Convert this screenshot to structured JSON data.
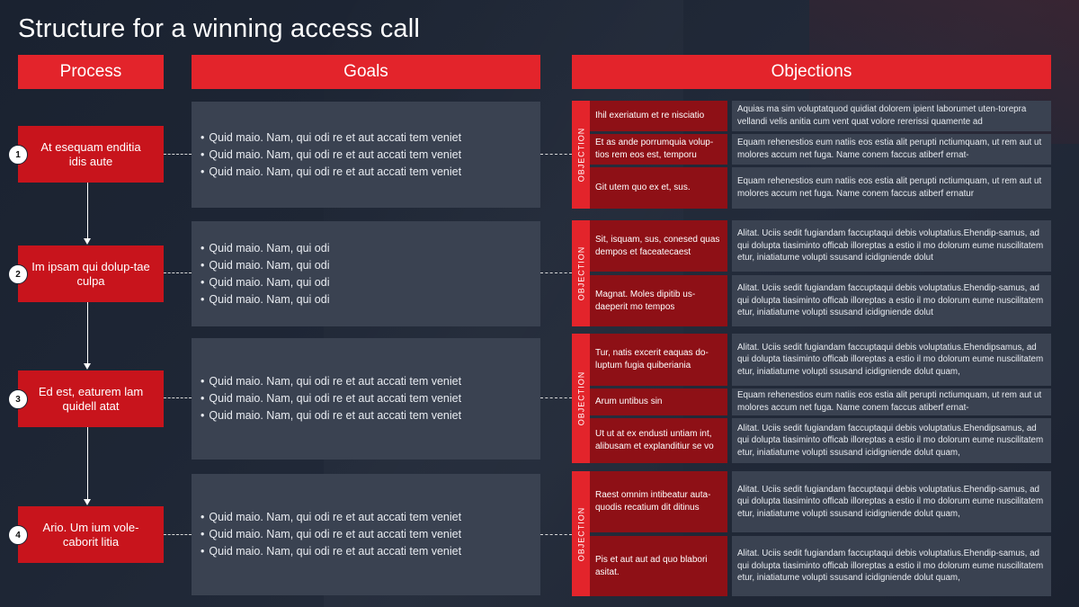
{
  "title": "Structure for a winning access call",
  "headers": {
    "process": "Process",
    "goals": "Goals",
    "objections": "Objections"
  },
  "objection_tag": "OBJECTION",
  "steps": [
    {
      "number": "1",
      "label": "At esequam enditia idis aute"
    },
    {
      "number": "2",
      "label": "Im ipsam qui dolup-tae culpa"
    },
    {
      "number": "3",
      "label": "Ed est, eaturem lam quidell atat"
    },
    {
      "number": "4",
      "label": "Ario. Um ium vole-caborit litia"
    }
  ],
  "goals": [
    [
      "Quid maio. Nam, qui odi re et aut accati tem veniet",
      "Quid maio. Nam, qui odi re et aut accati tem veniet",
      "Quid maio. Nam, qui odi re et aut accati tem veniet"
    ],
    [
      "Quid maio. Nam, qui odi",
      "Quid maio. Nam, qui odi",
      "Quid maio. Nam, qui odi",
      "Quid maio. Nam, qui odi"
    ],
    [
      "Quid maio. Nam, qui odi re et aut accati tem veniet",
      "Quid maio. Nam, qui odi re et aut accati tem veniet",
      "Quid maio. Nam, qui odi re et aut accati tem veniet"
    ],
    [
      "Quid maio. Nam, qui odi re et aut accati tem veniet",
      "Quid maio. Nam, qui odi re et aut accati tem veniet",
      "Quid maio. Nam, qui odi re et aut accati tem veniet"
    ]
  ],
  "objections": [
    [
      {
        "label": "Ihil exeriatum et re nisciatio",
        "text": "Aquias ma sim voluptatquod quidiat dolorem ipient laborumet uten-torepra vellandi velis anitia cum vent quat volore rererissi quamente ad"
      },
      {
        "label": "Et as ande porrumquia volup-tios rem eos est, temporu",
        "text": "Equam rehenestios eum natiis eos estia alit perupti nctiumquam, ut rem aut ut molores accum net fuga. Name conem faccus atiberf ernat-"
      },
      {
        "label": "Git utem quo ex et, sus.",
        "text": "Equam rehenestios eum natiis eos estia alit perupti nctiumquam, ut rem aut ut molores accum net fuga. Name conem faccus atiberf ernatur"
      }
    ],
    [
      {
        "label": "Sit, isquam, sus, conesed quas dempos et faceatecaest",
        "text": "Alitat. Uciis sedit fugiandam faccuptaqui debis voluptatius.Ehendip-samus, ad qui dolupta tiasiminto officab illoreptas a estio il mo dolorum eume nuscilitatem etur, iniatiatume volupti ssusand icidigniende dolut"
      },
      {
        "label": "Magnat. Moles dipitib us-daeperit mo tempos",
        "text": "Alitat. Uciis sedit fugiandam faccuptaqui debis voluptatius.Ehendip-samus, ad qui dolupta tiasiminto officab illoreptas a estio il mo dolorum eume nuscilitatem etur, iniatiatume volupti ssusand icidigniende dolut"
      }
    ],
    [
      {
        "label": "Tur, natis excerit eaquas do-luptum fugia quiberiania",
        "text": "Alitat. Uciis sedit fugiandam faccuptaqui debis voluptatius.Ehendipsamus, ad qui dolupta tiasiminto officab illoreptas a estio il mo dolorum eume nuscilitatem etur, iniatiatume volupti ssusand icidigniende dolut quam,"
      },
      {
        "label": "Arum untibus sin",
        "text": "Equam rehenestios eum natiis eos estia alit perupti nctiumquam, ut rem aut ut molores accum net fuga. Name conem faccus atiberf ernat-"
      },
      {
        "label": "Ut ut at ex endusti untiam int, alibusam et explanditiur se vo",
        "text": "Alitat. Uciis sedit fugiandam faccuptaqui debis voluptatius.Ehendipsamus, ad qui dolupta tiasiminto officab illoreptas a estio il mo dolorum eume nuscilitatem etur, iniatiatume volupti ssusand icidigniende dolut quam,"
      }
    ],
    [
      {
        "label": "Raest omnim intibeatur auta-quodis recatium dit ditinus",
        "text": "Alitat. Uciis sedit fugiandam faccuptaqui debis voluptatius.Ehendip-samus, ad qui dolupta tiasiminto officab illoreptas a estio il mo dolorum eume nuscilitatem etur, iniatiatume volupti ssusand icidigniende dolut quam,"
      },
      {
        "label": "Pis et aut aut ad quo blabori asitat.",
        "text": "Alitat. Uciis sedit fugiandam faccuptaqui debis voluptatius.Ehendip-samus, ad qui dolupta tiasiminto officab illoreptas a estio il mo dolorum eume nuscilitatem etur, iniatiatume volupti ssusand icidigniende dolut quam,"
      }
    ]
  ],
  "colors": {
    "accent": "#e3242b",
    "step": "#c8141c",
    "objection_label": "#8e1016",
    "panel": "#3a4251",
    "background": "#1e2635"
  }
}
